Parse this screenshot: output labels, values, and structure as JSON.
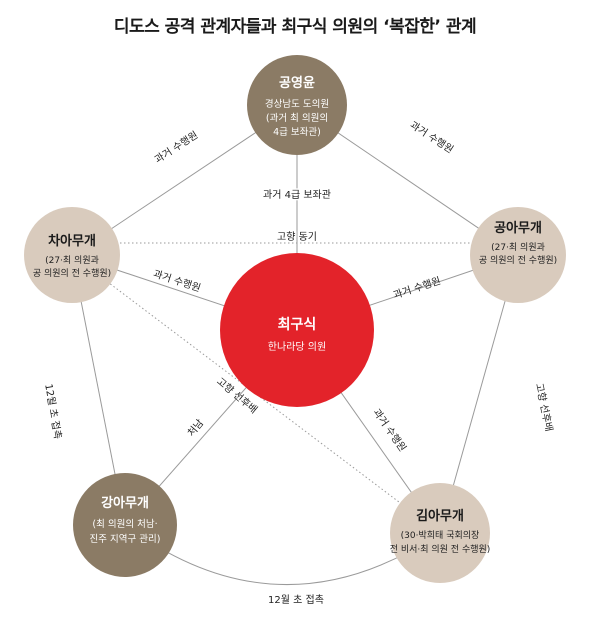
{
  "title": "디도스 공격 관계자들과 최구식 의원의 ‘복잡한’ 관계",
  "colors": {
    "brown": "#8b7b65",
    "beige": "#d9cbbd",
    "red": "#e3232a",
    "line": "#9a9a9a"
  },
  "nodes": {
    "gong_young_yoon": {
      "name": "공영윤",
      "desc": [
        "경상남도 도의원",
        "(과거 최 의원의",
        "4급 보좌관)"
      ]
    },
    "cha_a": {
      "name": "차아무개",
      "desc": [
        "(27·최 의원과",
        "공 의원의 전 수행원)"
      ]
    },
    "gong_a": {
      "name": "공아무개",
      "desc": [
        "(27·최 의원과",
        "공 의원의 전 수행원)"
      ]
    },
    "choi_gu_sik": {
      "name": "최구식",
      "desc": [
        "한나라당 의원"
      ]
    },
    "kang_a": {
      "name": "강아무개",
      "desc": [
        "(최 의원의 처남·",
        "진주 지역구 관리)"
      ]
    },
    "kim_a": {
      "name": "김아무개",
      "desc": [
        "(30·박희태 국회의장",
        "전 비서·최 의원 전 수행원)"
      ]
    }
  },
  "edges": {
    "gong_cha": "과거 수행원",
    "gong_gonga": "과거 수행원",
    "gong_choi": "과거 4급 보좌관",
    "cha_gonga": "고향 동기",
    "cha_choi": "과거 수행원",
    "gonga_choi": "과거 수행원",
    "cha_kang": "12월 초 접촉",
    "gonga_kim": "고향 선후배",
    "kang_choi": "처남",
    "cha_kim": "고향 선후배",
    "choi_kim": "과거 수행원",
    "kang_kim": "12월 초 접촉"
  }
}
